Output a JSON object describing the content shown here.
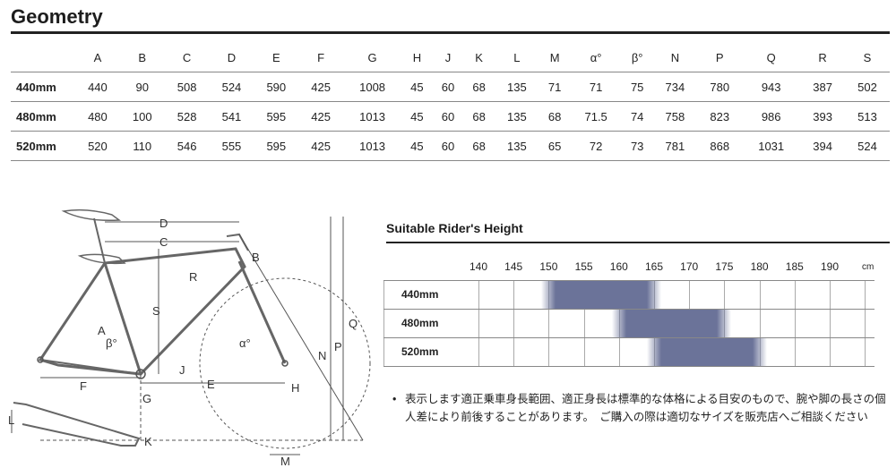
{
  "geometry": {
    "title": "Geometry",
    "columns": [
      "A",
      "B",
      "C",
      "D",
      "E",
      "F",
      "G",
      "H",
      "J",
      "K",
      "L",
      "M",
      "α°",
      "β°",
      "N",
      "P",
      "Q",
      "R",
      "S"
    ],
    "rows": [
      {
        "size": "440mm",
        "values": [
          "440",
          "90",
          "508",
          "524",
          "590",
          "425",
          "1008",
          "45",
          "60",
          "68",
          "135",
          "71",
          "71",
          "75",
          "734",
          "780",
          "943",
          "387",
          "502"
        ]
      },
      {
        "size": "480mm",
        "values": [
          "480",
          "100",
          "528",
          "541",
          "595",
          "425",
          "1013",
          "45",
          "60",
          "68",
          "135",
          "68",
          "71.5",
          "74",
          "758",
          "823",
          "986",
          "393",
          "513"
        ]
      },
      {
        "size": "520mm",
        "values": [
          "520",
          "110",
          "546",
          "555",
          "595",
          "425",
          "1013",
          "45",
          "60",
          "68",
          "135",
          "65",
          "72",
          "73",
          "781",
          "868",
          "1031",
          "394",
          "524"
        ]
      }
    ]
  },
  "diagram": {
    "labels": [
      "D",
      "C",
      "B",
      "R",
      "S",
      "A",
      "β°",
      "α°",
      "N",
      "P",
      "Q",
      "J",
      "F",
      "E",
      "G",
      "H",
      "L",
      "K",
      "M"
    ],
    "colors": {
      "line": "#555555",
      "frame": "#666666",
      "dim": "#444444"
    }
  },
  "rider": {
    "title": "Suitable Rider's Height",
    "ticks": [
      "140",
      "145",
      "150",
      "155",
      "160",
      "165",
      "170",
      "175",
      "180",
      "185",
      "190"
    ],
    "unit": "cm",
    "sizes": [
      {
        "label": "440mm",
        "from": 150,
        "to": 165
      },
      {
        "label": "480mm",
        "from": 160,
        "to": 175
      },
      {
        "label": "520mm",
        "from": 165,
        "to": 180
      }
    ],
    "band_color": "#6b7399"
  },
  "note": {
    "bullet": "•",
    "text": "表示します適正乗車身長範囲、適正身長は標準的な体格による目安のもので、腕や脚の長さの個人差により前後することがあります。　ご購入の際は適切なサイズを販売店へご相談ください"
  }
}
